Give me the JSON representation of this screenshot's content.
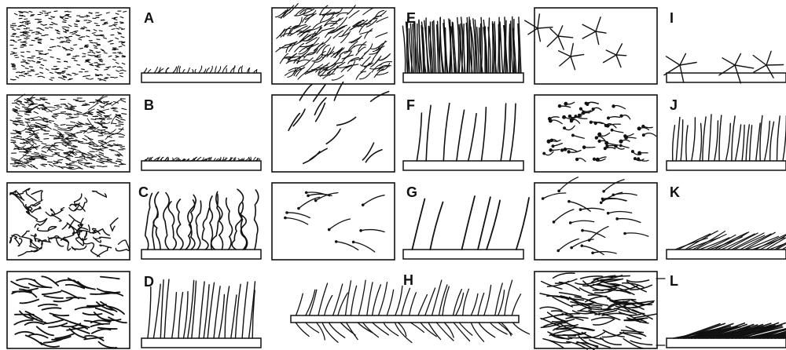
{
  "figure": {
    "panels": [
      {
        "label": "A",
        "surface": "dense short dashes",
        "profile": "short sparse hairs"
      },
      {
        "label": "B",
        "surface": "dense fine wavy fibres",
        "profile": "very short crinkled hairs"
      },
      {
        "label": "C",
        "surface": "tangled curled filaments",
        "profile": "long tangled curled hairs"
      },
      {
        "label": "D",
        "surface": "dense overlapping strokes",
        "profile": "tall wavy hairs"
      },
      {
        "label": "E",
        "surface": "dense diagonal strokes",
        "profile": "dense tall tuft"
      },
      {
        "label": "F",
        "surface": "scattered long segmented hairs",
        "profile": "long upright segmented hairs"
      },
      {
        "label": "G",
        "surface": "curved tapering hairs",
        "profile": "tapering curved hairs"
      },
      {
        "label": "H",
        "surface": "",
        "profile": "long reclining hairs on both surfaces"
      },
      {
        "label": "I",
        "surface": "stellate hairs",
        "profile": "branched stellate hairs"
      },
      {
        "label": "J",
        "surface": "short curled comma hairs",
        "profile": "upright slender hairs"
      },
      {
        "label": "K",
        "surface": "scattered long hairs with bases",
        "profile": "appressed slanted hairs"
      },
      {
        "label": "L",
        "surface": "long appressed parallel strokes",
        "profile": "dense appressed layer"
      }
    ]
  }
}
